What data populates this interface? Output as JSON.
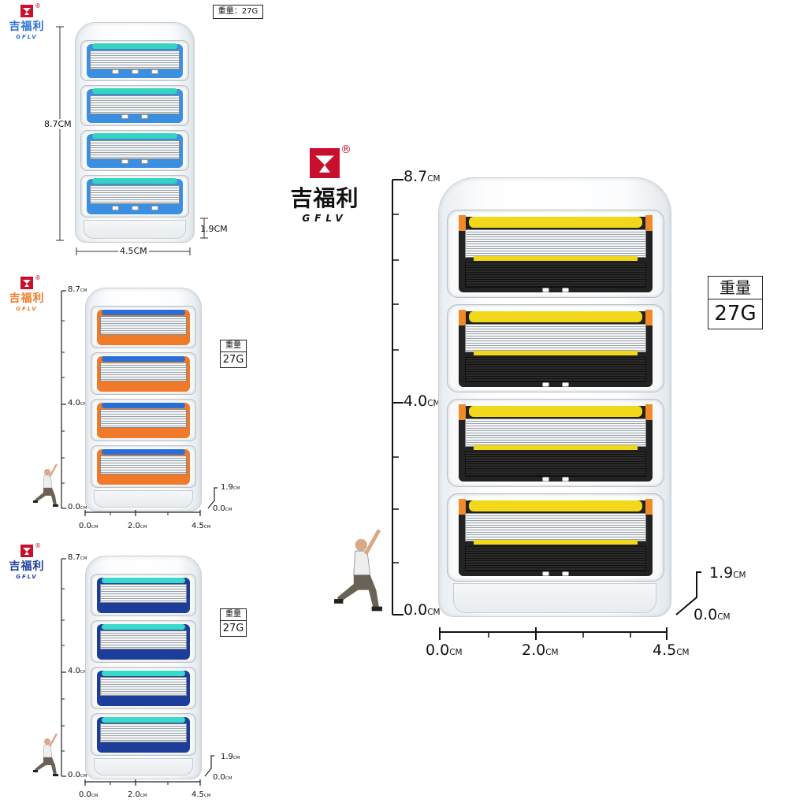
{
  "brand": {
    "name_cn": "吉福利",
    "name_en": "GFLV",
    "reg_mark": "®",
    "color": "#c8102e"
  },
  "colors": {
    "panel1_body": "#3b8fe0",
    "panel1_strip": "#35d4c0",
    "panel2_body": "#f07a2a",
    "panel2_strip": "#2a6fd6",
    "panel3_body": "#1c3e9a",
    "panel3_strip": "#39d9cc",
    "panel4_body": "#222222",
    "panel4_strip": "#f2d81a",
    "panel4_side": "#f08a2a"
  },
  "panels": [
    {
      "id": "blue-cartridge-pack",
      "weight_text": "重量：27G",
      "height_label": "8.7CM",
      "width_label": "4.5CM",
      "depth_label": "1.9CM"
    },
    {
      "id": "orange-cartridge-pack",
      "weight_label": "重量",
      "weight_value": "27G",
      "y_ticks": [
        {
          "value": "8.7",
          "unit": "CM"
        },
        {
          "value": "4.0",
          "unit": "CM"
        },
        {
          "value": "0.0",
          "unit": "CM"
        }
      ],
      "x_ticks": [
        {
          "value": "0.0",
          "unit": "CM"
        },
        {
          "value": "2.0",
          "unit": "CM"
        },
        {
          "value": "4.5",
          "unit": "CM"
        }
      ],
      "depth_top": {
        "value": "1.9",
        "unit": "CM"
      },
      "depth_bottom": {
        "value": "0.0",
        "unit": "CM"
      }
    },
    {
      "id": "navy-cartridge-pack",
      "weight_label": "重量",
      "weight_value": "27G",
      "y_ticks": [
        {
          "value": "8.7",
          "unit": "CM"
        },
        {
          "value": "4.0",
          "unit": "CM"
        },
        {
          "value": "0.0",
          "unit": "CM"
        }
      ],
      "x_ticks": [
        {
          "value": "0.0",
          "unit": "CM"
        },
        {
          "value": "2.0",
          "unit": "CM"
        },
        {
          "value": "4.5",
          "unit": "CM"
        }
      ],
      "depth_top": {
        "value": "1.9",
        "unit": "CM"
      },
      "depth_bottom": {
        "value": "0.0",
        "unit": "CM"
      }
    },
    {
      "id": "yellow-cartridge-pack",
      "weight_label": "重量",
      "weight_value": "27G",
      "y_ticks": [
        {
          "value": "8.7",
          "unit": "CM"
        },
        {
          "value": "4.0",
          "unit": "CM"
        },
        {
          "value": "0.0",
          "unit": "CM"
        }
      ],
      "x_ticks": [
        {
          "value": "0.0",
          "unit": "CM"
        },
        {
          "value": "2.0",
          "unit": "CM"
        },
        {
          "value": "4.5",
          "unit": "CM"
        }
      ],
      "depth_top": {
        "value": "1.9",
        "unit": "CM"
      },
      "depth_bottom": {
        "value": "0.0",
        "unit": "CM"
      }
    }
  ]
}
